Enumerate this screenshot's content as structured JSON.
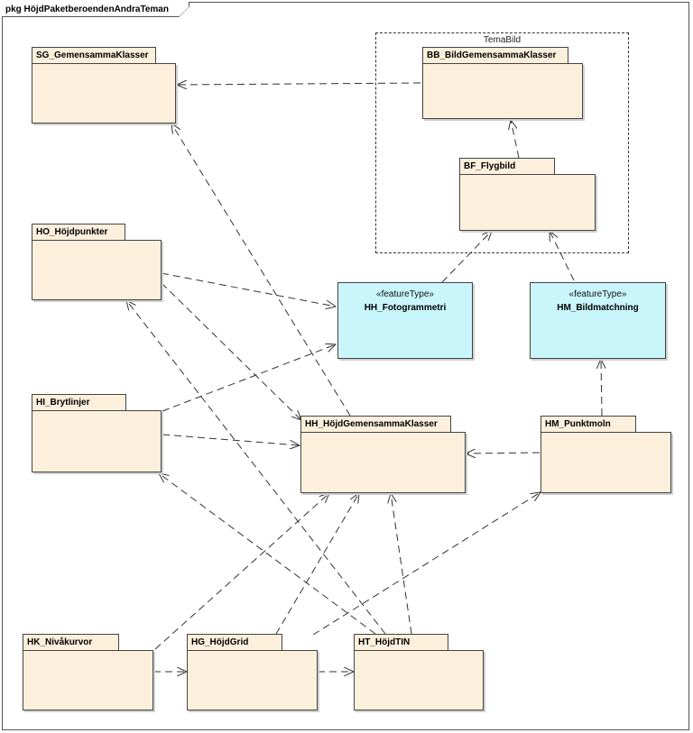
{
  "diagram": {
    "frame_title": "pkg HöjdPaketberoendenAndraTeman",
    "boundary_label": "TemaBild"
  },
  "packages": {
    "sg": "SG_GemensammaKlasser",
    "bb": "BB_BildGemensammaKlasser",
    "bf": "BF_Flygbild",
    "ho": "HO_Höjdpunkter",
    "hi": "HI_Brytlinjer",
    "hh": "HH_HöjdGemensammaKlasser",
    "hmp": "HM_Punktmoln",
    "hk": "HK_Nivåkurvor",
    "hg": "HG_HöjdGrid",
    "ht": "HT_HöjdTIN"
  },
  "feature_types": {
    "stereotype": "«featureType»",
    "hhf": "HH_Fotogrammetri",
    "hmb": "HM_Bildmatchning"
  },
  "colors": {
    "package_fill": "#fcf0dc",
    "feature_fill": "#c8f6fb",
    "line": "#333333"
  }
}
